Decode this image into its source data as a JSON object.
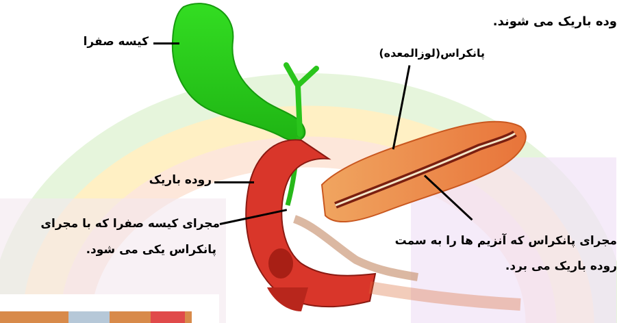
{
  "caption_fragment": "وده باریک می شوند.",
  "labels": {
    "gallbladder": "کیسه صفرا",
    "pancreas": "پانکراس(لوزالمعده)",
    "small_intestine": "روده باریک",
    "bile_duct_line1": "مجرای کیسه صفرا که با مجرای",
    "bile_duct_line2": "پانکراس یکی می شود.",
    "pancreatic_duct_line1": "مجرای پانکراس که آنزیم ها را به سمت",
    "pancreatic_duct_line2": "روده باریک می برد."
  }
}
